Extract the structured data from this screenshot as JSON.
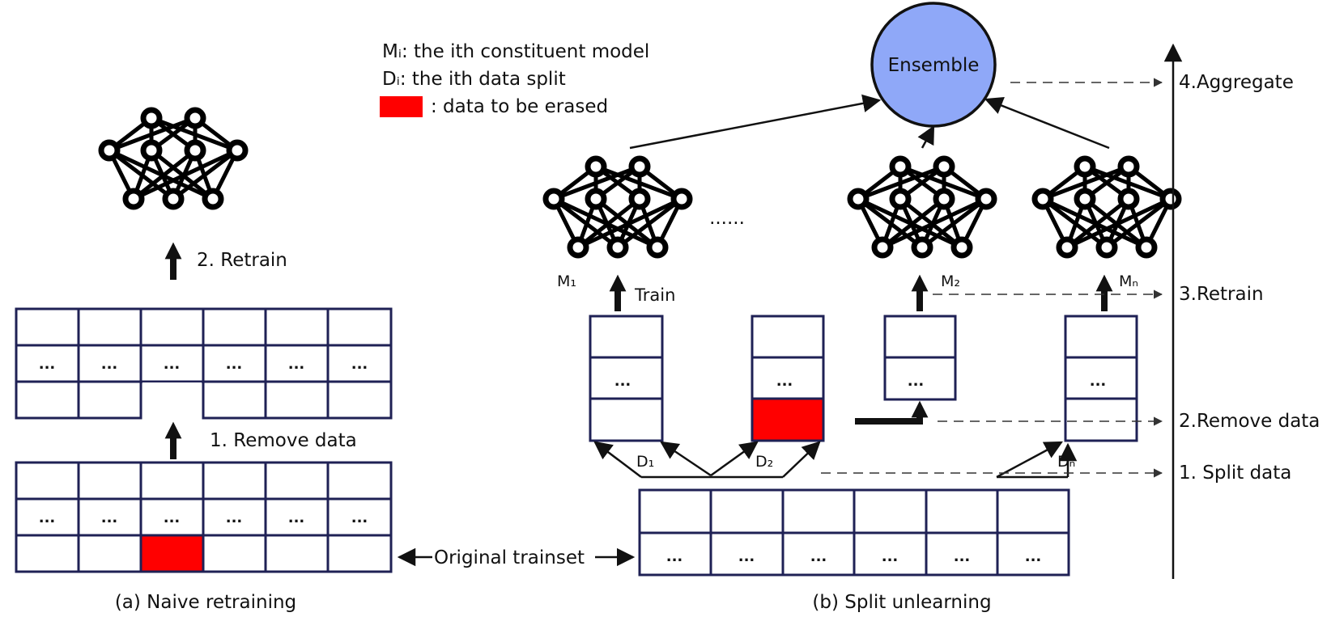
{
  "legend": {
    "model_def": "Mᵢ: the ith constituent model",
    "split_def": "Dᵢ: the ith data split",
    "erase_def": ": data to be erased"
  },
  "panel_a": {
    "caption": "(a) Naive retraining",
    "step_remove": "1. Remove data",
    "step_retrain": "2. Retrain",
    "cell_dots": "..."
  },
  "panel_b": {
    "caption": "(b) Split unlearning",
    "ensemble": "Ensemble",
    "ellipsis": "......",
    "train": "Train",
    "model_labels": [
      "M₁",
      "M₂",
      "Mₙ"
    ],
    "split_labels": [
      "D₁",
      "D₂",
      "Dₙ"
    ],
    "cell_dots": "..."
  },
  "shared": {
    "original_trainset": "Original trainset"
  },
  "timeline": {
    "steps": [
      "4.Aggregate",
      "3.Retrain",
      "2.Remove data",
      "1. Split data"
    ]
  },
  "colors": {
    "grid_stroke": "#1f2155",
    "erase_fill": "#ff0000",
    "ensemble_fill": "#8fa8f8"
  }
}
